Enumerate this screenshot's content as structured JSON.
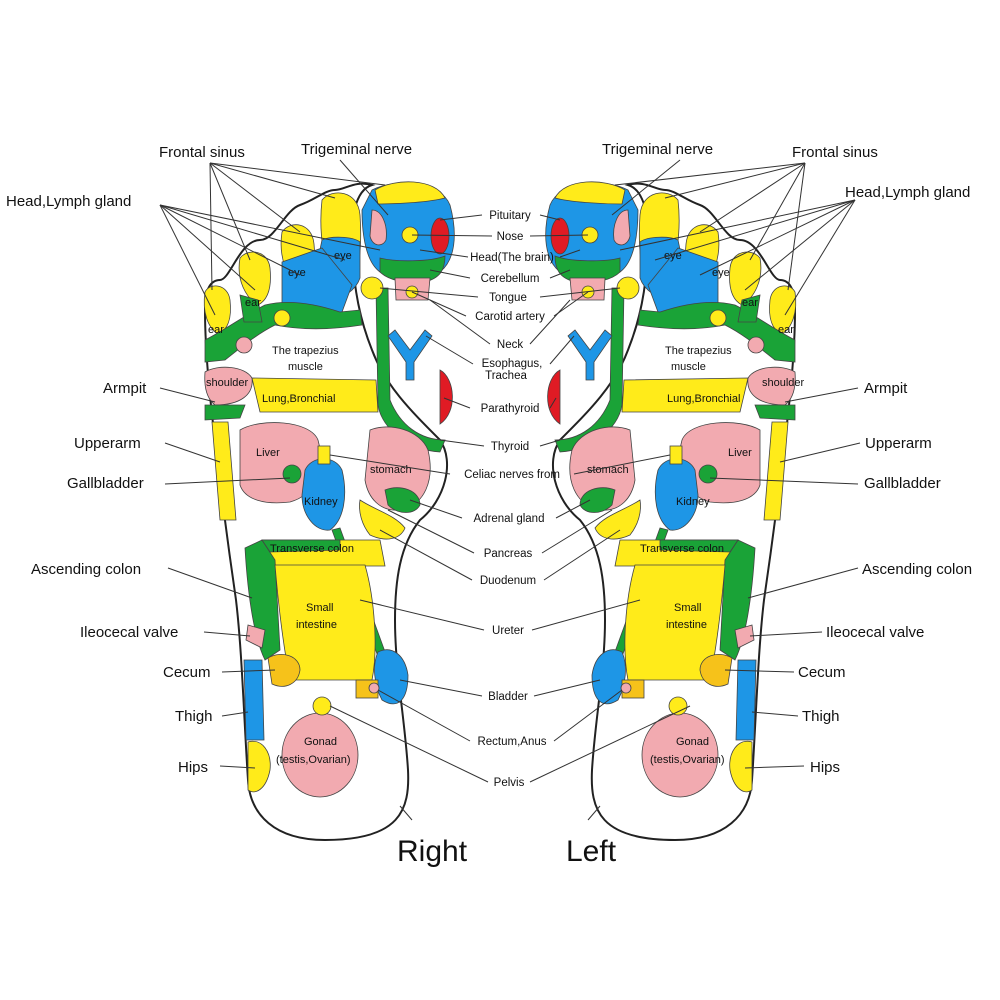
{
  "colors": {
    "yellow": "#ffeb1a",
    "blue": "#1e96e6",
    "green": "#1aa337",
    "pink": "#f2aab0",
    "red": "#e01b24",
    "orange": "#f6c21a"
  },
  "feet": {
    "right": {
      "caption": "Right"
    },
    "left": {
      "caption": "Left"
    }
  },
  "labels": {
    "frontal_sinus": "Frontal sinus",
    "trigeminal_nerve": "Trigeminal nerve",
    "head_lymph_gland": "Head,Lymph gland",
    "armpit": "Armpit",
    "upperarm": "Upperarm",
    "gallbladder": "Gallbladder",
    "ascending_colon": "Ascending colon",
    "ileocecal_valve": "Ileocecal valve",
    "cecum": "Cecum",
    "thigh": "Thigh",
    "hips": "Hips"
  },
  "center_labels": {
    "pituitary": "Pituitary",
    "nose": "Nose",
    "head_brain": "Head(The brain)",
    "cerebellum": "Cerebellum",
    "tongue": "Tongue",
    "carotid_artery": "Carotid artery",
    "neck": "Neck",
    "esophagus": "Esophagus,",
    "trachea": "Trachea",
    "parathyroid": "Parathyroid",
    "thyroid": "Thyroid",
    "celiac": "Celiac nerves from",
    "adrenal": "Adrenal gland",
    "pancreas": "Pancreas",
    "duodenum": "Duodenum",
    "ureter": "Ureter",
    "bladder": "Bladder",
    "rectum": "Rectum,Anus",
    "pelvis": "Pelvis"
  },
  "zone_labels": {
    "eye": "eye",
    "ear": "ear",
    "trapezius_1": "The trapezius",
    "trapezius_2": "muscle",
    "shoulder": "shoulder",
    "lung": "Lung,Bronchial",
    "liver": "Liver",
    "stomach": "stomach",
    "kidney": "Kidney",
    "transverse_colon": "Transverse colon",
    "small_1": "Small",
    "small_2": "intestine",
    "gonad_1": "Gonad",
    "gonad_2": "(testis,Ovarian)"
  }
}
